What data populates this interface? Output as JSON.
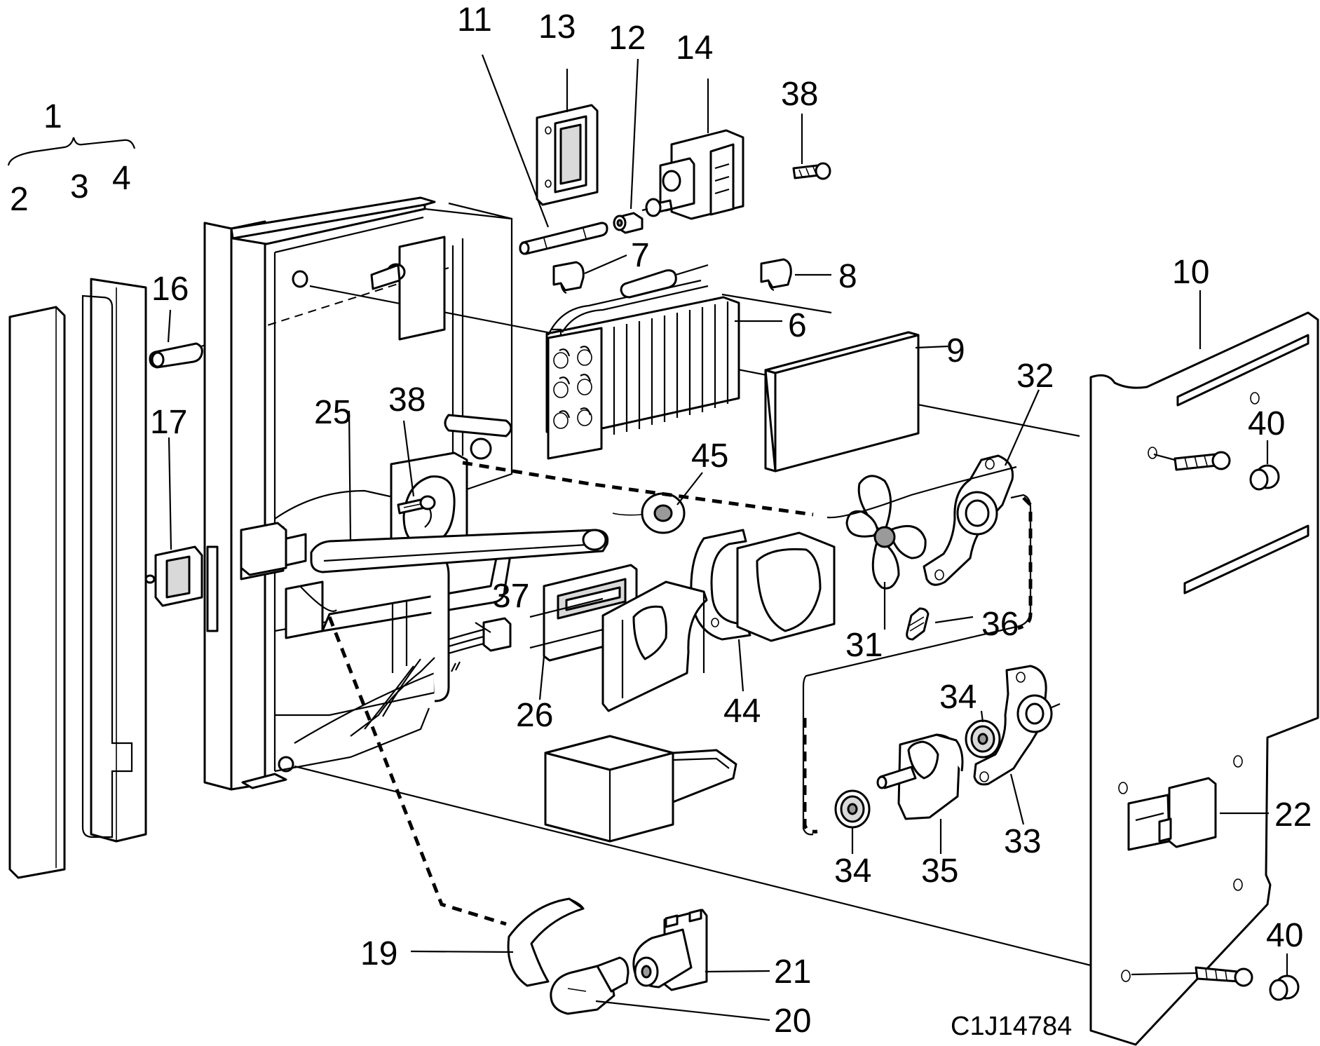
{
  "diagram": {
    "drawing_code": "C1J14784",
    "callouts": [
      "1",
      "2",
      "3",
      "4",
      "6",
      "7",
      "8",
      "9",
      "10",
      "11",
      "12",
      "13",
      "14",
      "16",
      "17",
      "19",
      "20",
      "21",
      "22",
      "25",
      "26",
      "31",
      "32",
      "33",
      "34",
      "35",
      "36",
      "37",
      "38",
      "40",
      "44",
      "45"
    ]
  }
}
